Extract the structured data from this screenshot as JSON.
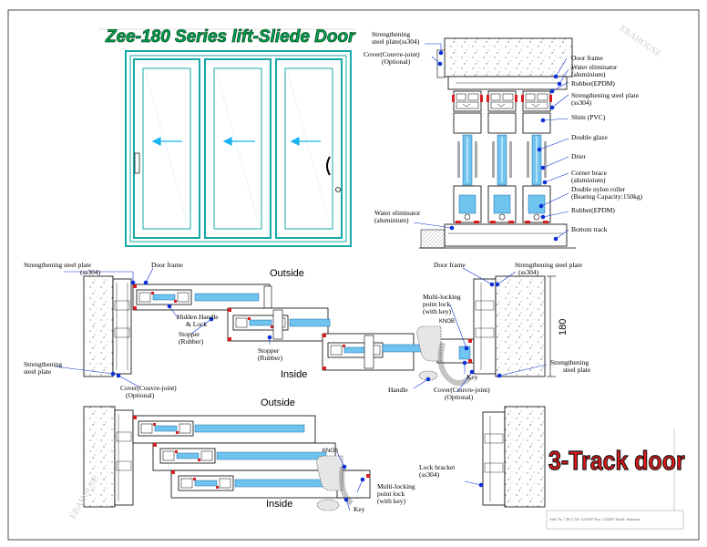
{
  "title": "Zee-180 Series lift-Sliede Door",
  "product_label": "3-Track door",
  "watermark": "EBAHOUSE",
  "dimension": "180",
  "footer_note": "Add: No. 7 Rd 1  Tel: 1234567  Fax: 1234567  Email: ebahouse",
  "section_labels": {
    "outside_top": "Outside",
    "inside_top": "Inside",
    "outside_bottom": "Outside",
    "inside_bottom": "Inside"
  },
  "vertical_labels": {
    "strengthening_top": [
      "Strengthening",
      "steel plate(ss304)"
    ],
    "cover": [
      "Cover(Couvre-joint)",
      "(Optional)"
    ],
    "door_frame": [
      "Door frame"
    ],
    "water_eliminator_top": [
      "Water eliminator",
      "(aluminium)"
    ],
    "rubber_top": [
      "Rubber(EPDM)"
    ],
    "strengthening_right": [
      "Strengthening steel plate",
      "(ss304)"
    ],
    "shim": [
      "Shim (PVC)"
    ],
    "double_glaze": [
      "Double glaze"
    ],
    "drier": [
      "Drier"
    ],
    "corner_brace": [
      "Corner brace",
      "(aluminium)"
    ],
    "roller": [
      "Double nylon roller",
      "(Bearing Capacity:150kg)"
    ],
    "rubber_bottom": [
      "Rubber(EPDM)"
    ],
    "bottom_track": [
      "Bottom track"
    ],
    "water_eliminator_left": [
      "Water eliminator",
      "(aluminium)"
    ]
  },
  "horizontal_labels": {
    "steel_left": [
      "Strengthening steel plate",
      "(ss304)"
    ],
    "door_frame_left": [
      "Door frame"
    ],
    "hidden_handle": [
      "Hidden Handle",
      "& Lock"
    ],
    "stopper1": [
      "Stopper",
      "(Rubber)"
    ],
    "stopper2": [
      "Stopper",
      "(Rubber)"
    ],
    "steel_left_bottom": [
      "Strengthening",
      "steel plate"
    ],
    "cover_left": [
      "Cover(Couvre-joint)",
      "(Optional)"
    ],
    "door_frame_right": [
      "Door frame"
    ],
    "steel_right": [
      "Strengthening steel plate",
      "(ss304)"
    ],
    "multi_lock_top": [
      "Multi-locking",
      "point lock",
      "(with key)"
    ],
    "knob_top": [
      "KNOB"
    ],
    "key_top": [
      "Key"
    ],
    "handle": [
      "Handle"
    ],
    "cover_right": [
      "Cover(Couvre-joint)",
      "(Optional)"
    ],
    "steel_right_bottom": [
      "Strengthening",
      "steel plate"
    ],
    "knob_bottom": [
      "KNOB"
    ],
    "multi_lock_bottom": [
      "Multi-locking",
      "point lock",
      "(with key)"
    ],
    "key_bottom": [
      "Key"
    ],
    "lock_bracket": [
      "Lock bracket",
      "(ss304)"
    ]
  },
  "colors": {
    "title_green": "#00a651",
    "label_red": "#e0191b",
    "frame_teal": "#16a9a9",
    "marker_blue": "#0b2fd6",
    "seal_red": "#d81e1e",
    "glass_blue": "#6fc3ef"
  }
}
